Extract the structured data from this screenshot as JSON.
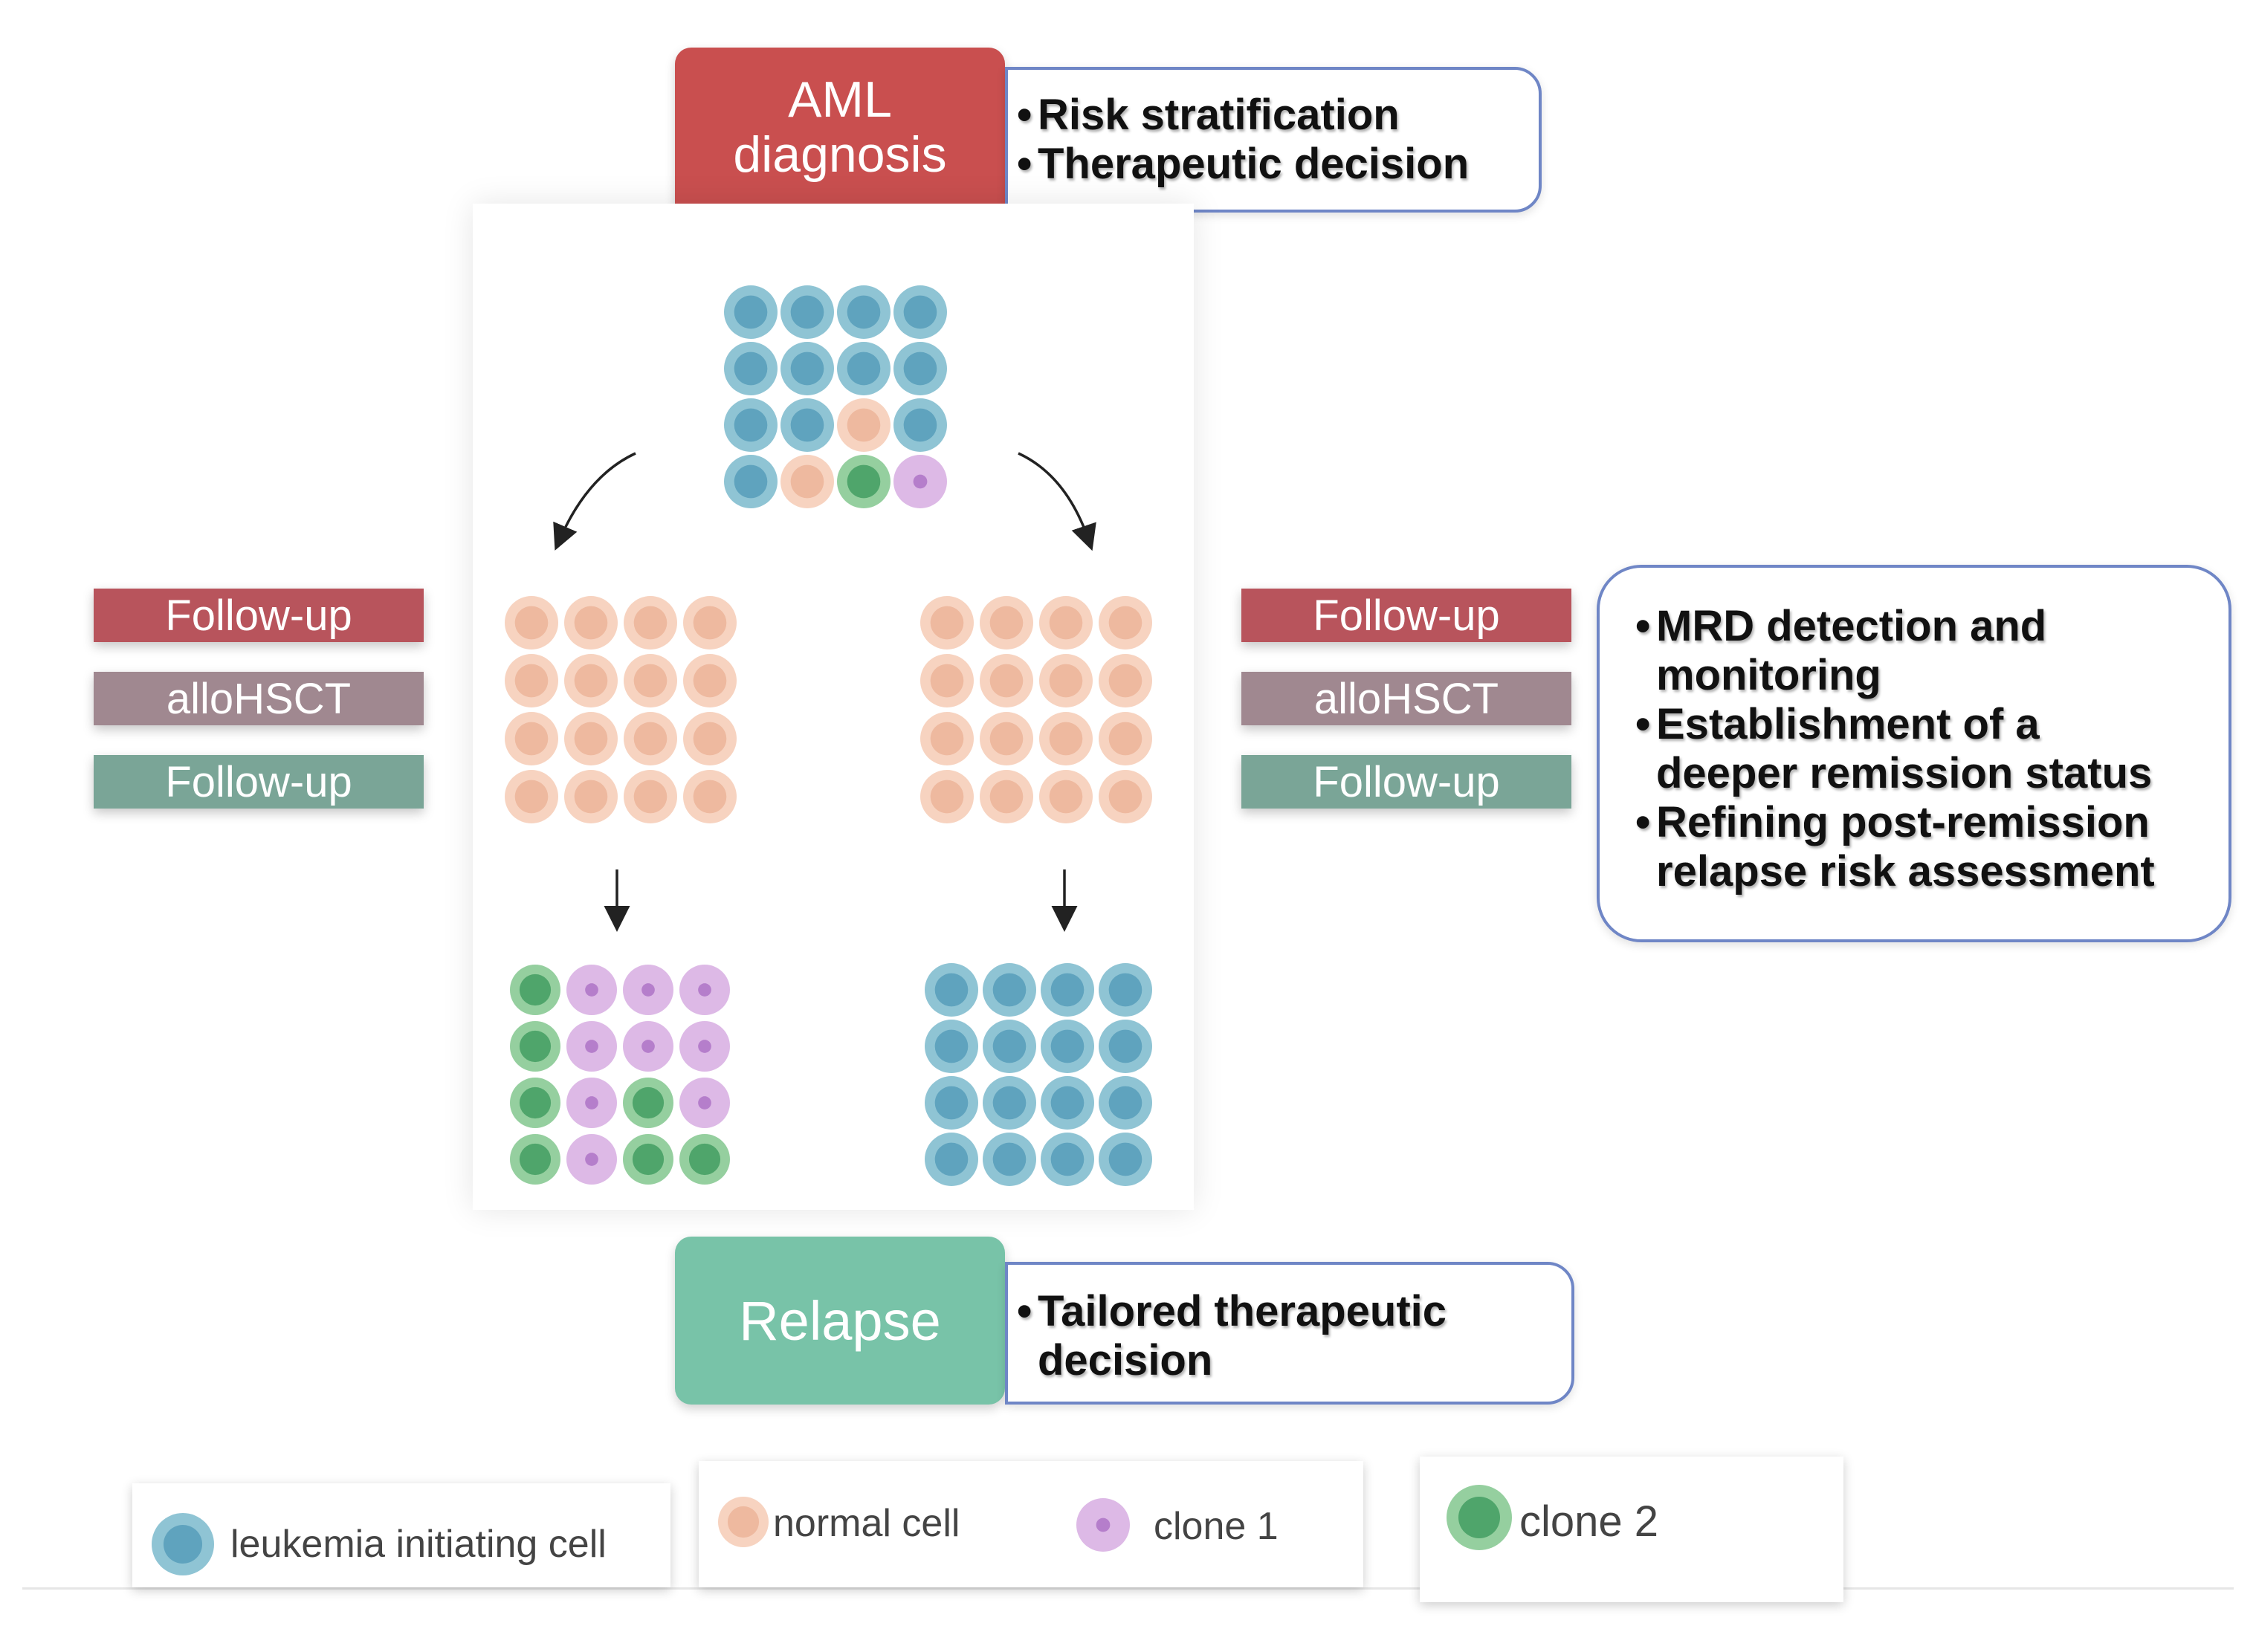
{
  "diagnosis": {
    "title_line1": "AML",
    "title_line2": "diagnosis",
    "notes": [
      "Risk stratification",
      "Therapeutic decision"
    ]
  },
  "relapse": {
    "title": "Relapse",
    "notes_line1": "Tailored therapeutic",
    "notes_line2": "decision"
  },
  "left_steps": [
    "Follow-up",
    "alloHSCT",
    "Follow-up"
  ],
  "right_steps": [
    "Follow-up",
    "alloHSCT",
    "Follow-up"
  ],
  "mrd_notes": [
    {
      "line1": "MRD detection and",
      "line2": "monitoring"
    },
    {
      "line1": "Establishment of a",
      "line2": "deeper remission status"
    },
    {
      "line1": "Refining post-remission",
      "line2": "relapse risk assessment"
    }
  ],
  "legend": {
    "leukemia": "leukemia initiating cell",
    "normal": "normal cell",
    "clone1": "clone 1",
    "clone2": "clone 2"
  },
  "colors": {
    "diagnosis_red": "#c94f4f",
    "relapse_green": "#78c3a8",
    "followup_red": "#b8545c",
    "allohsct_mauve": "#a08890",
    "followup_green": "#7aa597",
    "leukemia_outer": "#8fc4d4",
    "leukemia_inner": "#5fa3be",
    "normal_outer": "#f7d3c0",
    "normal_inner": "#eeb99f",
    "clone1_outer": "#ddb9e6",
    "clone1_inner": "#b57ecb",
    "clone2_outer": "#95cf9f",
    "clone2_inner": "#4fa56b"
  },
  "grids": {
    "diagnosis": [
      [
        "L",
        "L",
        "L",
        "L"
      ],
      [
        "L",
        "L",
        "L",
        "L"
      ],
      [
        "L",
        "L",
        "N",
        "L"
      ],
      [
        "L",
        "N",
        "C2",
        "C1"
      ]
    ],
    "remission_left": [
      [
        "N",
        "N",
        "N",
        "N"
      ],
      [
        "N",
        "N",
        "N",
        "N"
      ],
      [
        "N",
        "N",
        "N",
        "N"
      ],
      [
        "N",
        "N",
        "N",
        "N"
      ]
    ],
    "remission_right": [
      [
        "N",
        "N",
        "N",
        "N"
      ],
      [
        "N",
        "N",
        "N",
        "N"
      ],
      [
        "N",
        "N",
        "N",
        "N"
      ],
      [
        "N",
        "N",
        "N",
        "N"
      ]
    ],
    "relapse_left": [
      [
        "C2",
        "C1",
        "C1",
        "C1"
      ],
      [
        "C2",
        "C1",
        "C1",
        "C1"
      ],
      [
        "C2",
        "C1",
        "C2",
        "C1"
      ],
      [
        "C2",
        "C1",
        "C2",
        "C2"
      ]
    ],
    "relapse_right": [
      [
        "L",
        "L",
        "L",
        "L"
      ],
      [
        "L",
        "L",
        "L",
        "L"
      ],
      [
        "L",
        "L",
        "L",
        "L"
      ],
      [
        "L",
        "L",
        "L",
        "L"
      ]
    ]
  }
}
